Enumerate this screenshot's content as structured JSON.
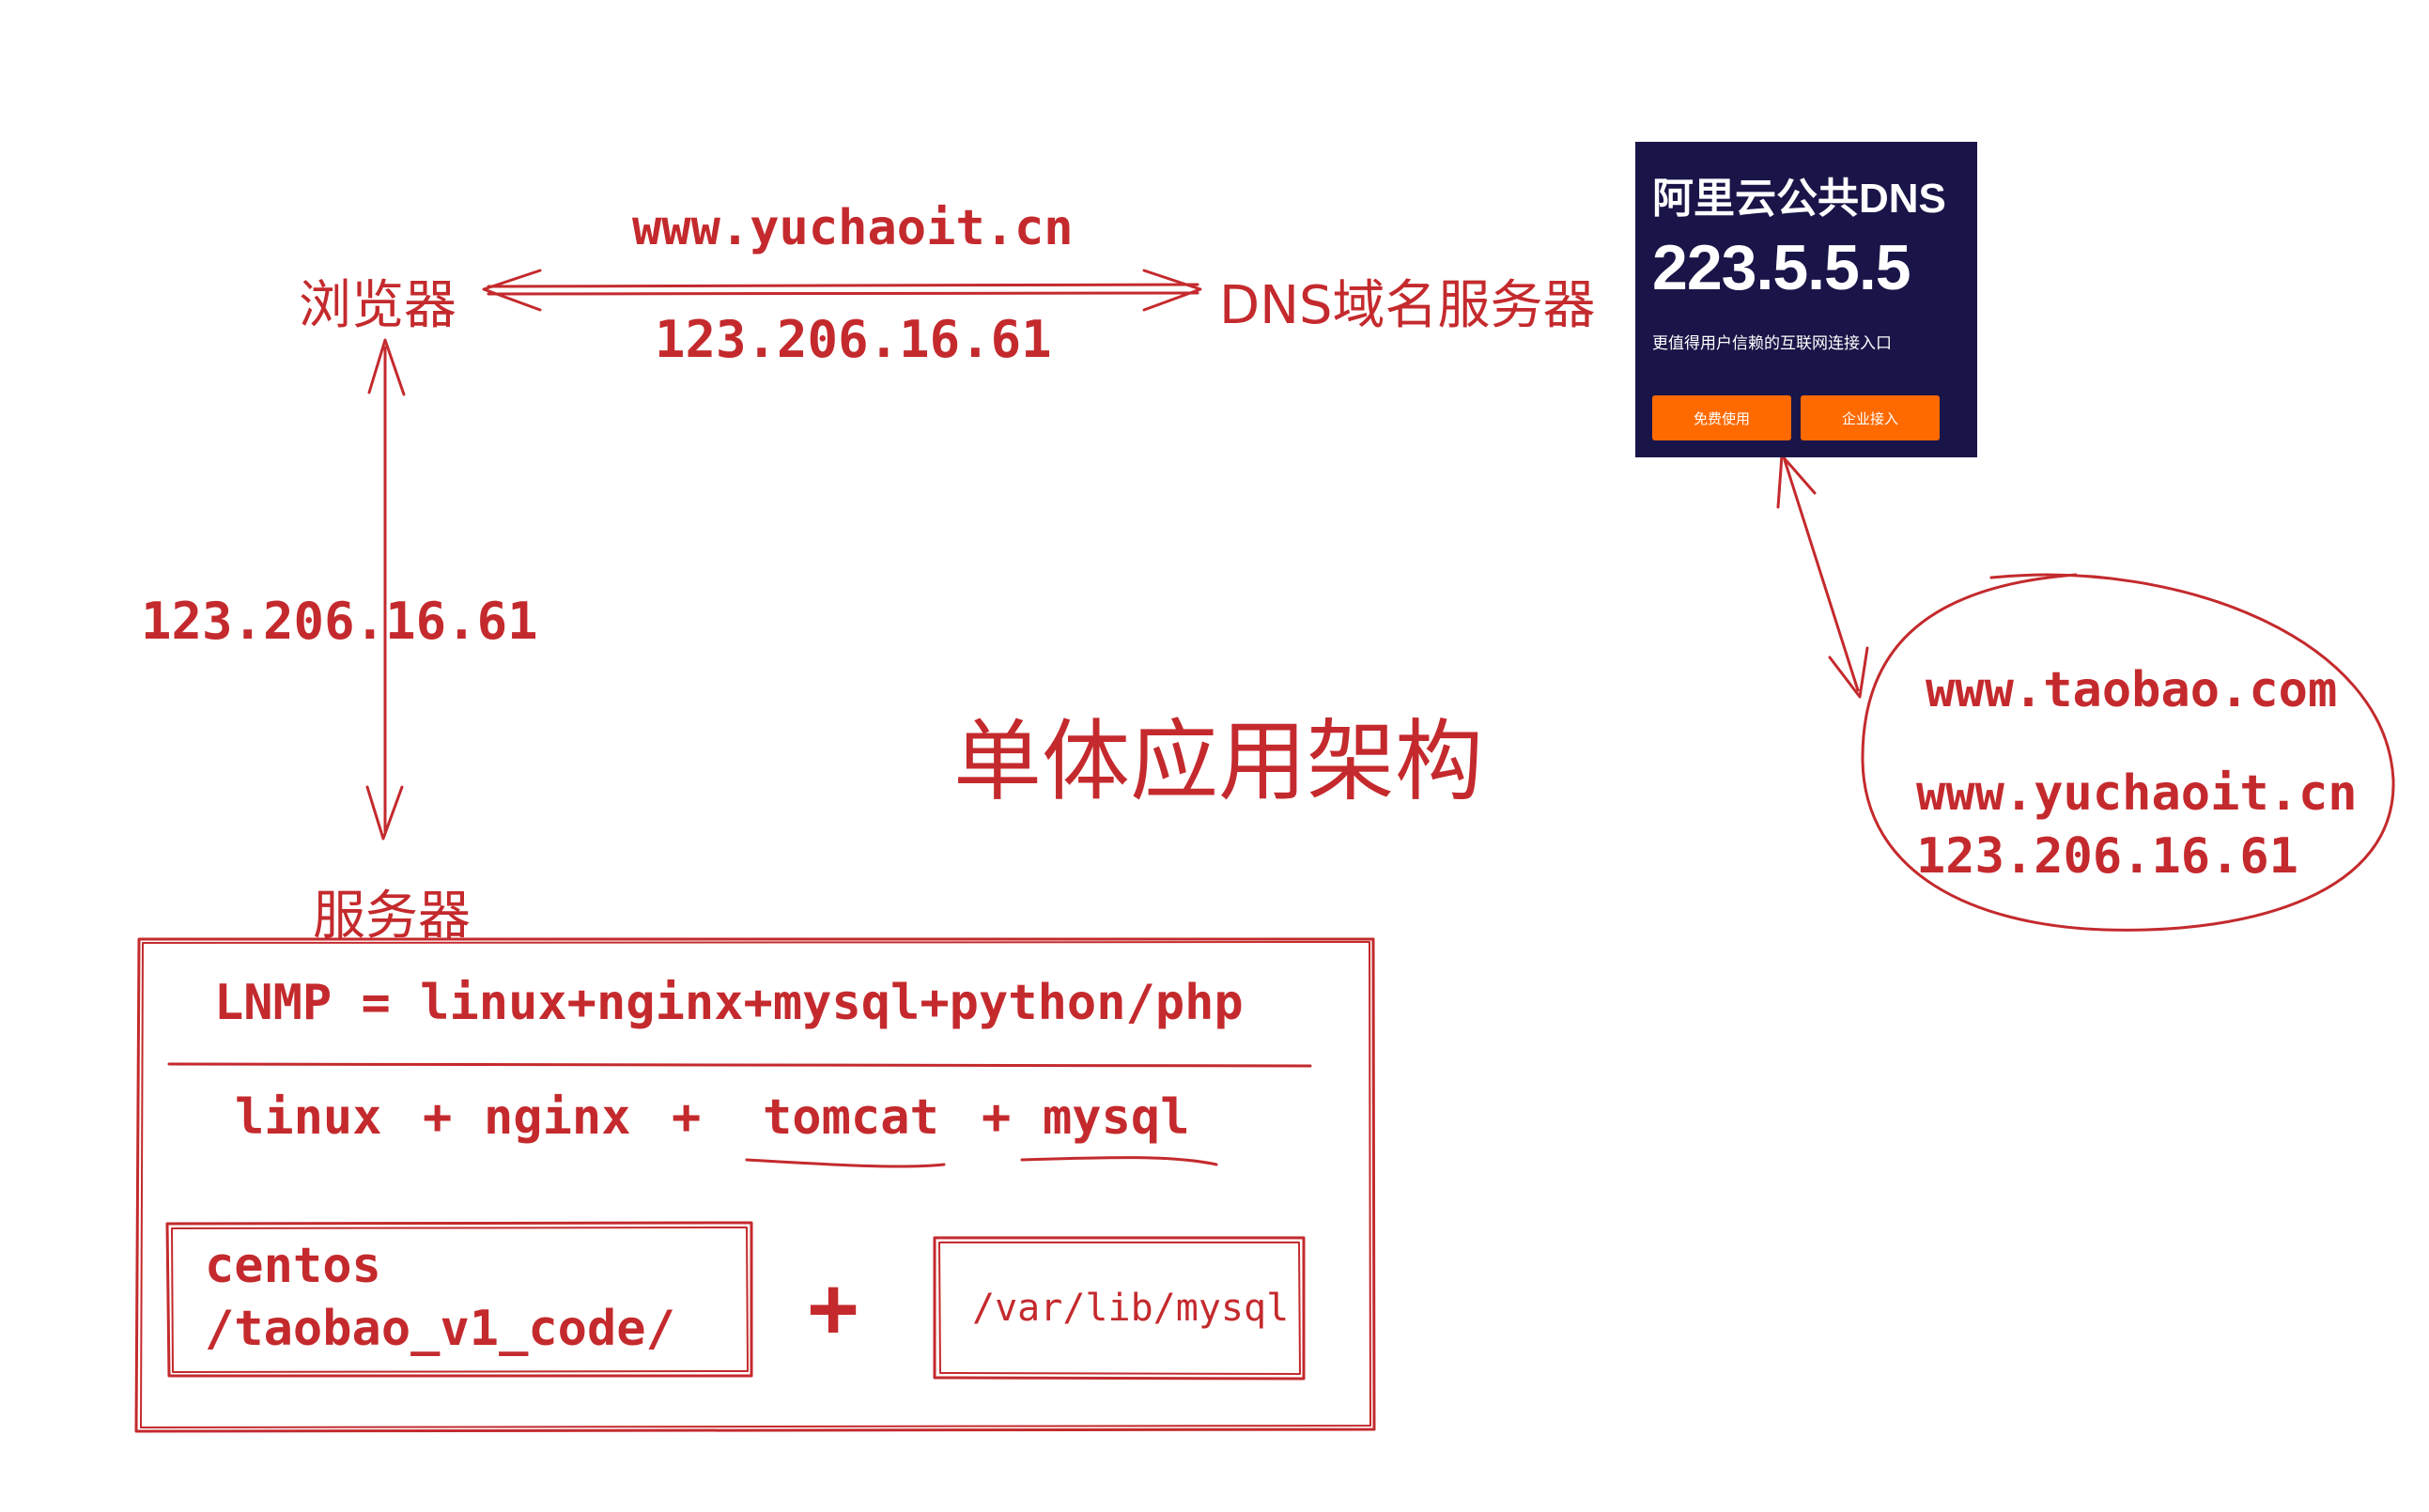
{
  "browser": {
    "label": "浏览器"
  },
  "dns_server": {
    "label": "DNS域名服务器"
  },
  "server": {
    "label": "服务器"
  },
  "request": {
    "domain": "www.yuchaoit.cn",
    "ip_reply": "123.206.16.61"
  },
  "vertical_ip": "123.206.16.61",
  "title": "单体应用架构",
  "ali_dns": {
    "title": "阿里云公共DNS",
    "ip": "223.5.5.5",
    "tagline": "更值得用户信赖的互联网连接入口",
    "btn_free": "免费使用",
    "btn_enterprise": "企业接入"
  },
  "dns_records": {
    "line1": "www.taobao.com",
    "line2": "www.yuchaoit.cn",
    "line3": "123.206.16.61"
  },
  "stack": {
    "lnmp": "LNMP = linux+nginx+mysql+python/php",
    "linux": "linux",
    "plus1": "+",
    "nginx": "nginx",
    "plus2": "+",
    "tomcat": "tomcat",
    "plus3": "+",
    "mysql": "mysql",
    "code_box_line1": "centos",
    "code_box_line2": "/taobao_v1_code/",
    "plus_big": "+",
    "data_box": "/var/lib/mysql"
  },
  "colors": {
    "ink": "#c42a2d",
    "card_bg": "#1a1548",
    "button": "#ff6a00"
  }
}
